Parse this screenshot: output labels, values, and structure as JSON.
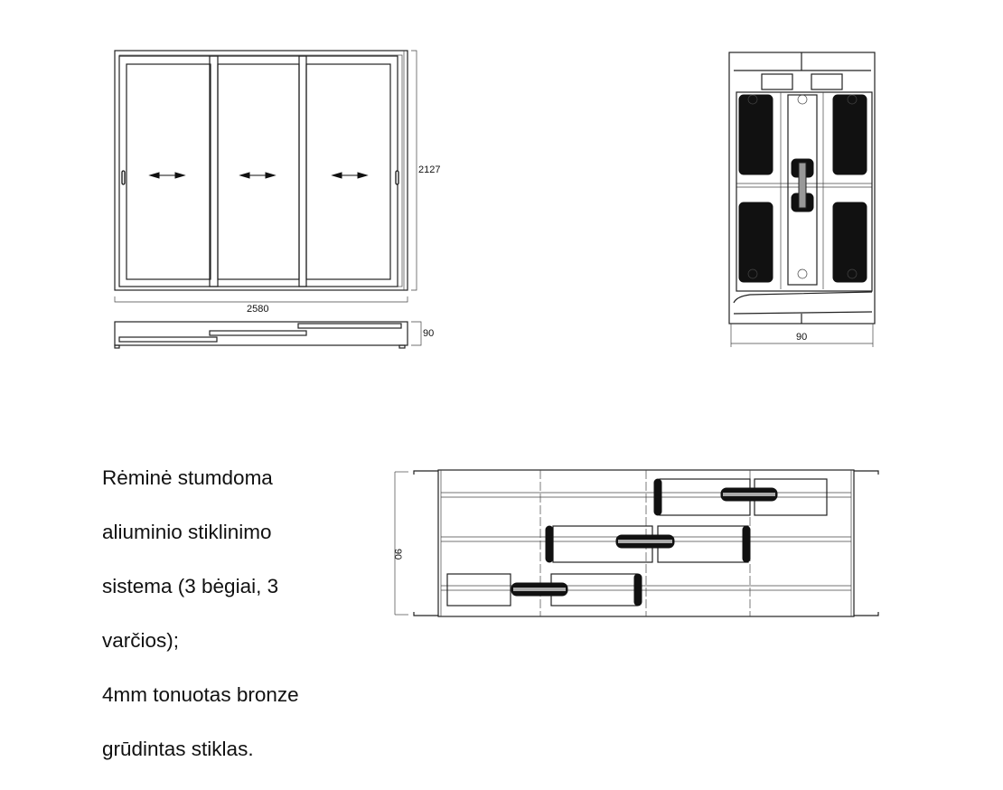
{
  "dimensions": {
    "height": "2127",
    "width": "2580",
    "depth_plan": "90",
    "depth_section": "90",
    "depth_horizontal": "90"
  },
  "description": {
    "lines": [
      "Rėminė stumdoma",
      "aliuminio stiklinimo",
      "sistema (3 bėgiai, 3",
      "varčios);",
      "4mm tonuotas bronze",
      "grūdintas stiklas."
    ]
  }
}
